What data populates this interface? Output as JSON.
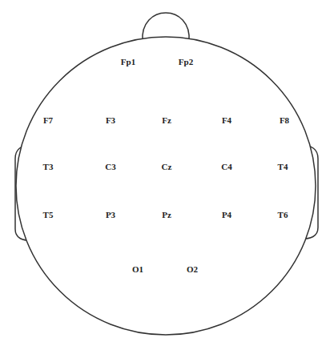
{
  "diagram": {
    "labels": [
      "Fp1",
      "Fp2",
      "F7",
      "F3",
      "Fz",
      "F4",
      "F8",
      "T3",
      "C3",
      "Cz",
      "C4",
      "T4",
      "T5",
      "P3",
      "Pz",
      "P4",
      "T6",
      "O1",
      "O2"
    ]
  }
}
